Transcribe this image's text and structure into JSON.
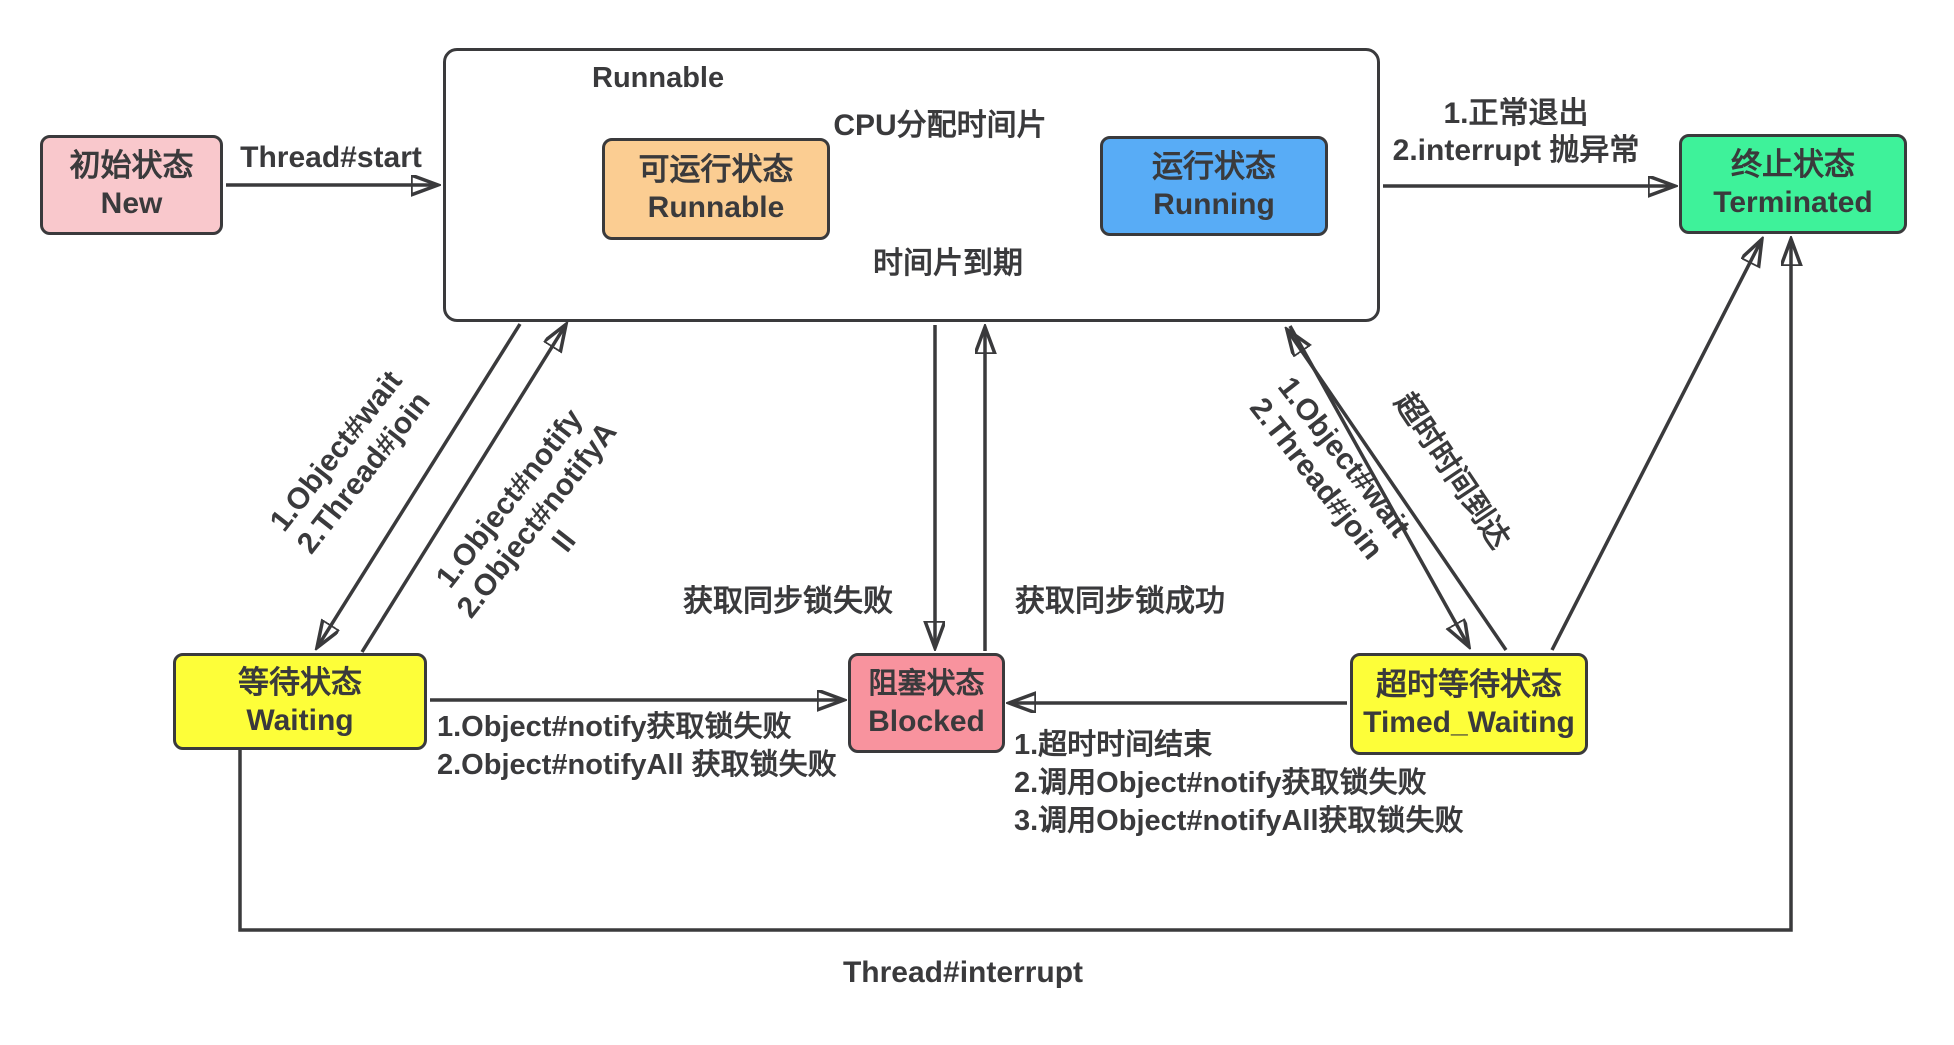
{
  "colors": {
    "stroke": "#3a3a3c",
    "new_bg": "#f9c8cc",
    "runnable_bg": "#fbcd92",
    "running_bg": "#58acf6",
    "terminated_bg": "#3ef29a",
    "waiting_bg": "#fdfe39",
    "blocked_bg": "#f8939e",
    "timed_waiting_bg": "#fdfe39"
  },
  "container": {
    "label": "Runnable"
  },
  "nodes": {
    "new": {
      "zh": "初始状态",
      "en": "New"
    },
    "runnable": {
      "zh": "可运行状态",
      "en": "Runnable"
    },
    "running": {
      "zh": "运行状态",
      "en": "Running"
    },
    "terminated": {
      "zh": "终止状态",
      "en": "Terminated"
    },
    "waiting": {
      "zh": "等待状态",
      "en": "Waiting"
    },
    "blocked": {
      "zh": "阻塞状态",
      "en": "Blocked"
    },
    "timed_waiting": {
      "zh": "超时等待状态",
      "en": "Timed_Waiting"
    }
  },
  "edges": {
    "thread_start": "Thread#start",
    "cpu_allocate": "CPU分配时间片",
    "timeslice_expire": "时间片到期",
    "exit_terminated": "1.正常退出\n2.interrupt 抛异常",
    "wait_join_left": "1.Object#wait\n2.Thread#join",
    "notify_left": "1.Object#notify\n2.Object#notifyA\nll",
    "lock_fail": "获取同步锁失败",
    "lock_success": "获取同步锁成功",
    "wait_join_right": "1.Object#wait\n2.Thread#join",
    "timeout_reach": "超时时间到达",
    "waiting_to_blocked": "1.Object#notify获取锁失败\n2.Object#notifyAll 获取锁失败",
    "timed_to_blocked": "1.超时时间结束\n2.调用Object#notify获取锁失败\n3.调用Object#notifyAll获取锁失败",
    "thread_interrupt": "Thread#interrupt"
  }
}
